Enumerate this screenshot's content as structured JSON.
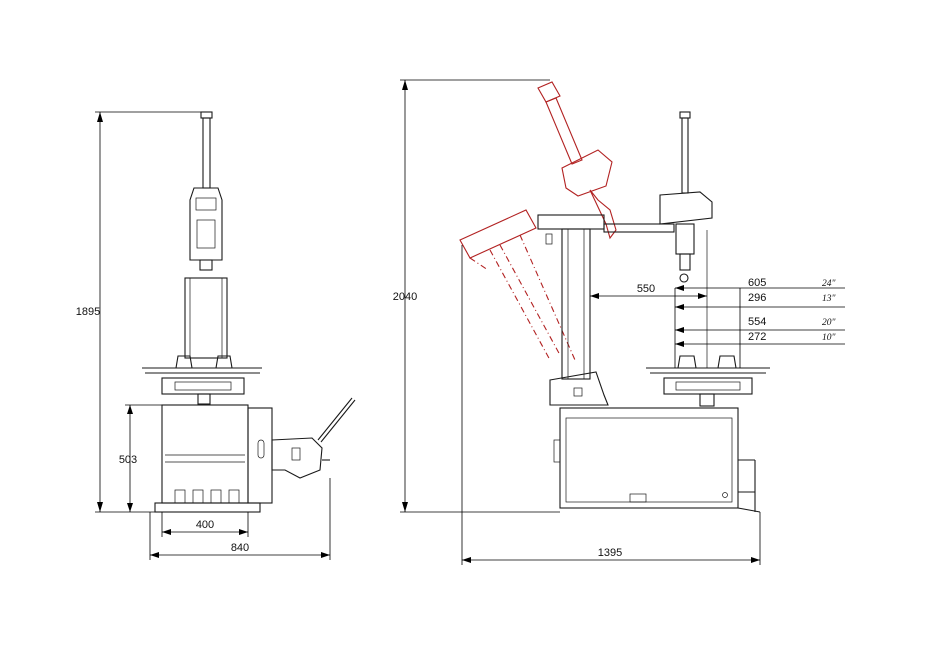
{
  "colors": {
    "line": "#1a1a1a",
    "accent_red": "#b22222",
    "background": "#ffffff"
  },
  "front_view": {
    "height_label": "1895",
    "base_height_label": "503",
    "inner_width_label": "400",
    "overall_width_label": "840"
  },
  "side_view": {
    "max_height_label": "2040",
    "overall_length_label": "1395",
    "reach_label": "550",
    "rim_sizes": [
      {
        "dimension": "605",
        "inch": "24\""
      },
      {
        "dimension": "296",
        "inch": "13\""
      },
      {
        "dimension": "554",
        "inch": "20\""
      },
      {
        "dimension": "272",
        "inch": "10\""
      }
    ]
  }
}
